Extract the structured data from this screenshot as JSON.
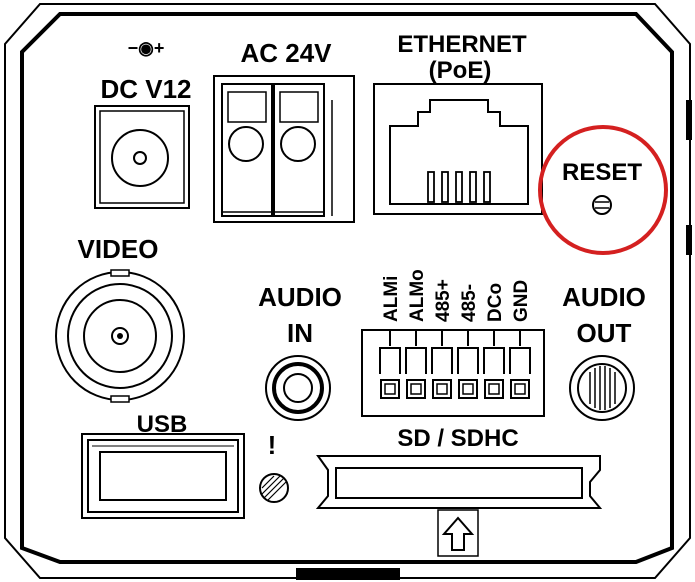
{
  "labels": {
    "dc": "DC V12",
    "ac": "AC 24V",
    "ethernet": "ETHERNET",
    "poe": "(PoE)",
    "reset": "RESET",
    "video": "VIDEO",
    "audio_in_1": "AUDIO",
    "audio_in_2": "IN",
    "audio_out_1": "AUDIO",
    "audio_out_2": "OUT",
    "usb": "USB",
    "sd": "SD / SDHC",
    "warning": "!",
    "polarity": "−◉+"
  },
  "terminal_pins": [
    "ALMi",
    "ALMo",
    "485+",
    "485-",
    "DCo",
    "GND"
  ],
  "colors": {
    "line": "#000000",
    "highlight": "#d42020",
    "background": "#ffffff"
  },
  "icons": {
    "reset": "reset-screw-icon",
    "sd_arrow": "up-arrow-icon",
    "warning": "exclamation-icon"
  }
}
